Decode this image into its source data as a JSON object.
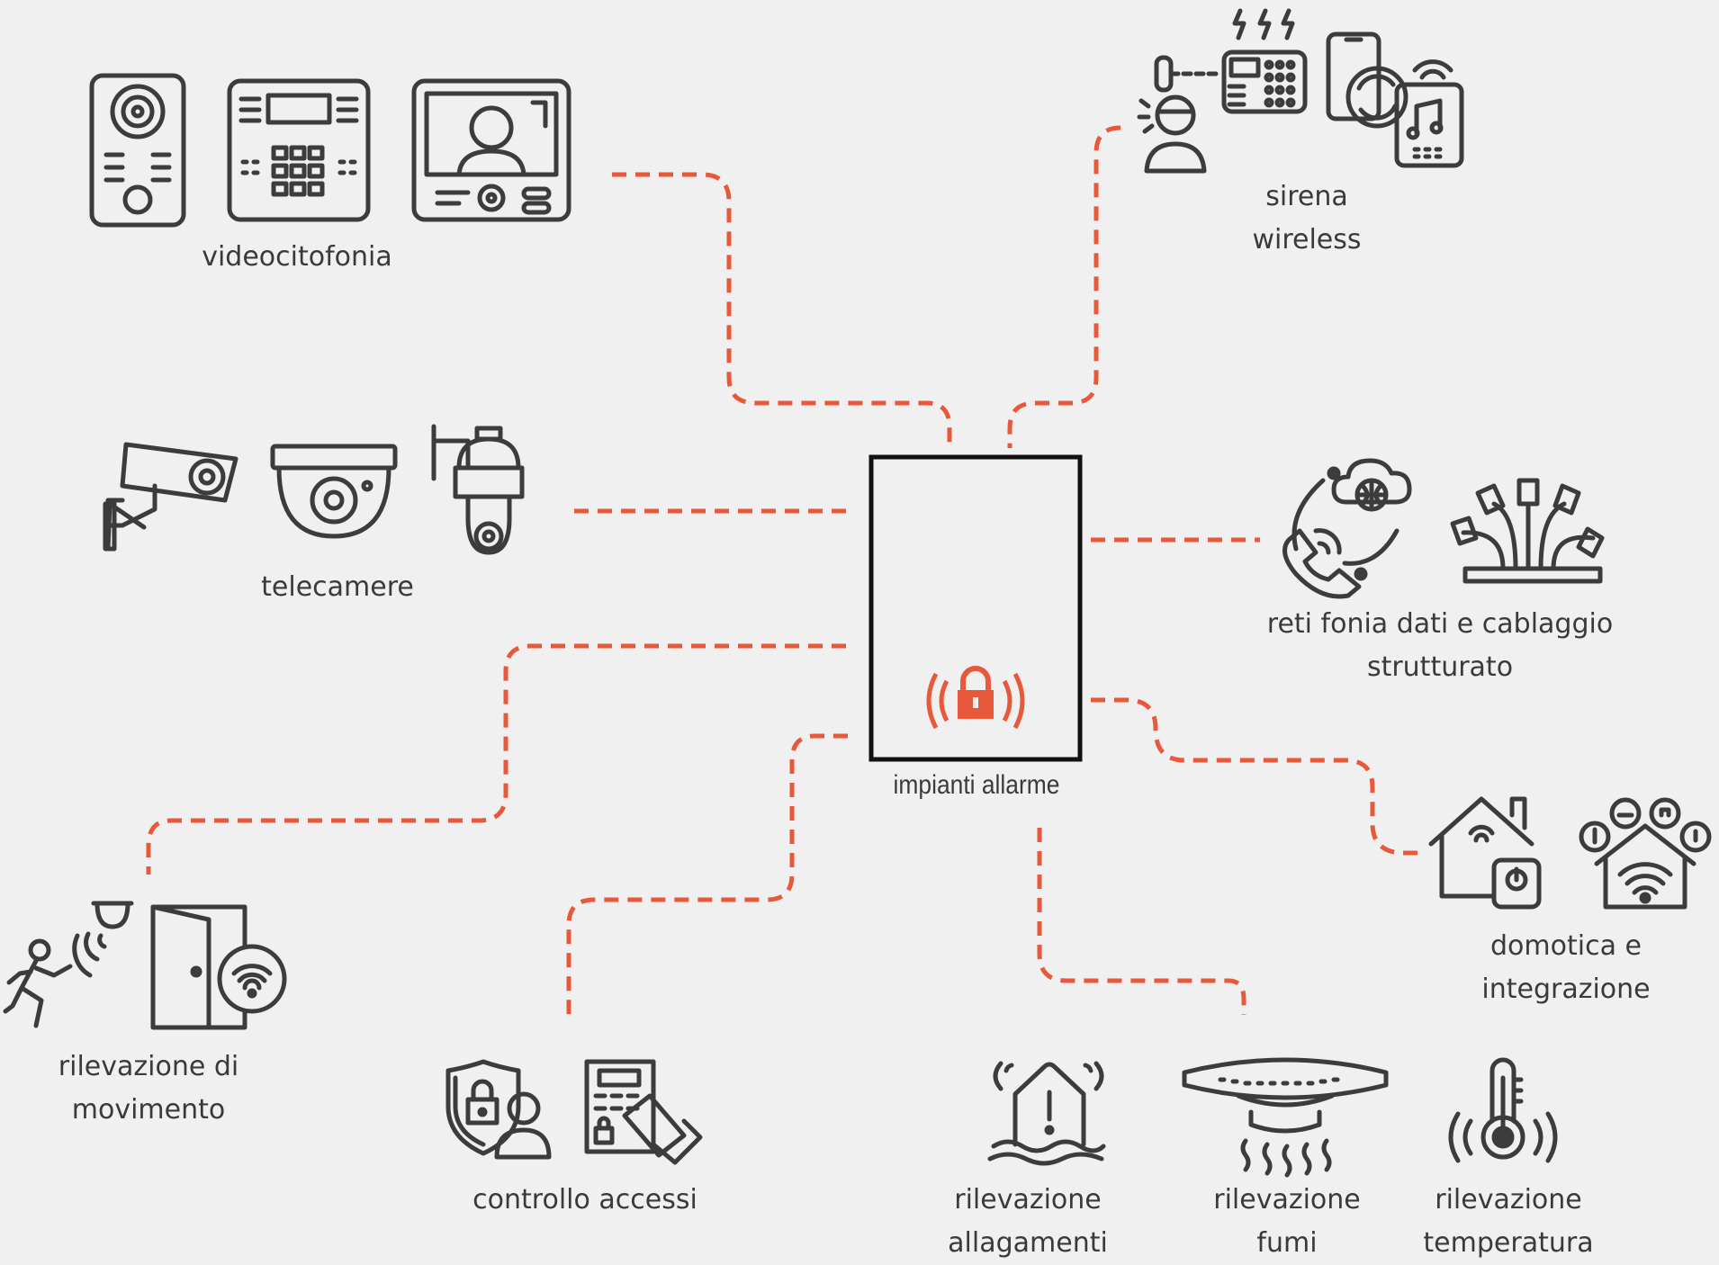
{
  "hub": {
    "label": "impianti allarme"
  },
  "colors": {
    "connector": "#e8583a",
    "icon": "#3c3c3c",
    "background": "#f0f0f0"
  },
  "nodes": [
    {
      "id": "videocitofonia",
      "lines": [
        "videocitofonia"
      ],
      "icons": [
        "door-intercom-icon",
        "keypad-panel-icon",
        "video-monitor-icon"
      ]
    },
    {
      "id": "sirena",
      "lines": [
        "sirena",
        "wireless"
      ],
      "icons": [
        "guard-alarm-icon",
        "smartphone-sync-icon"
      ]
    },
    {
      "id": "telecamere",
      "lines": [
        "telecamere"
      ],
      "icons": [
        "bullet-camera-icon",
        "dome-camera-icon",
        "ptz-camera-icon"
      ]
    },
    {
      "id": "reti",
      "lines": [
        "reti fonia dati e cablaggio",
        "strutturato"
      ],
      "icons": [
        "cloud-network-icon",
        "cabling-icon"
      ]
    },
    {
      "id": "domotica",
      "lines": [
        "domotica e",
        "integrazione"
      ],
      "icons": [
        "smart-home-icon",
        "home-wifi-icon"
      ]
    },
    {
      "id": "movimento",
      "lines": [
        "rilevazione di",
        "movimento"
      ],
      "icons": [
        "motion-sensor-icon",
        "door-wifi-icon"
      ]
    },
    {
      "id": "accessi",
      "lines": [
        "controllo accessi"
      ],
      "icons": [
        "shield-lock-icon",
        "card-reader-icon"
      ]
    },
    {
      "id": "allagamenti",
      "lines": [
        "rilevazione",
        "allagamenti"
      ],
      "icons": [
        "flood-icon"
      ]
    },
    {
      "id": "fumi",
      "lines": [
        "rilevazione",
        "fumi"
      ],
      "icons": [
        "smoke-detector-icon"
      ]
    },
    {
      "id": "temperatura",
      "lines": [
        "rilevazione",
        "temperatura"
      ],
      "icons": [
        "thermometer-icon"
      ]
    }
  ]
}
